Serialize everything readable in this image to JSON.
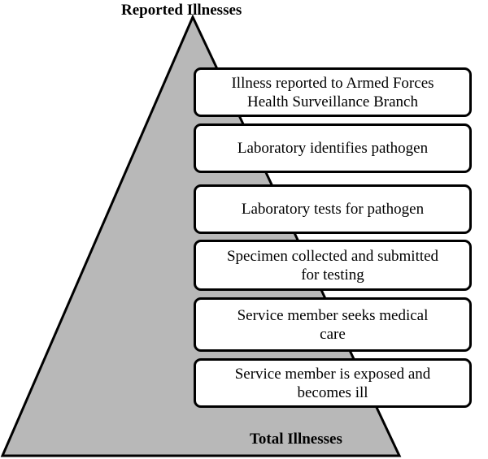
{
  "pyramid": {
    "top_label": "Reported Illnesses",
    "bottom_label": "Total Illnesses",
    "fill_color": "#b8b8b8",
    "stroke_color": "#000000"
  },
  "steps": [
    {
      "text": "Illness reported to Armed Forces\nHealth Surveillance Branch"
    },
    {
      "text": "Laboratory identifies pathogen"
    },
    {
      "text": "Laboratory tests for pathogen"
    },
    {
      "text": "Specimen collected and submitted\nfor testing"
    },
    {
      "text": "Service member seeks medical\ncare"
    },
    {
      "text": "Service member is exposed and\nbecomes ill"
    }
  ]
}
